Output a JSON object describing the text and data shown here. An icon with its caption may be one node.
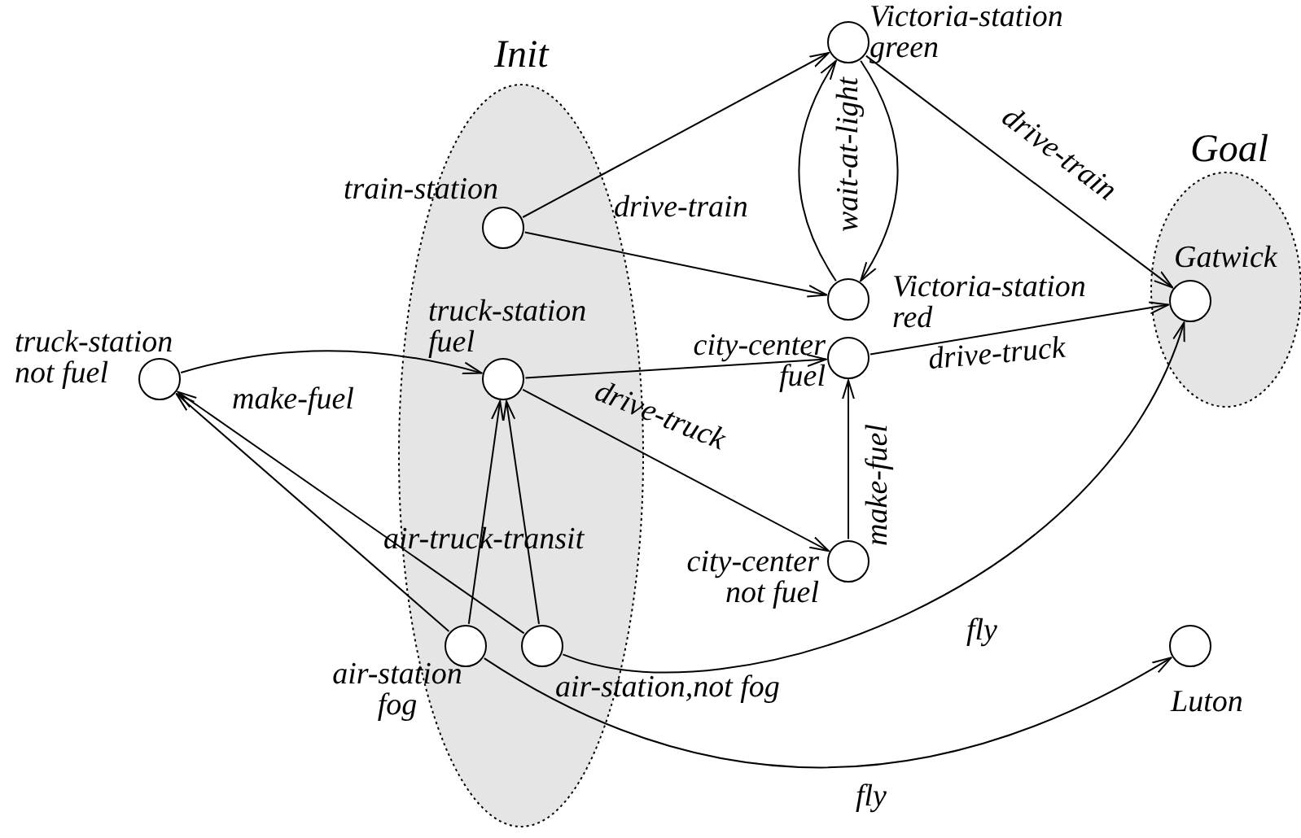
{
  "diagram": {
    "nodes": [
      {
        "text": [
          "Init"
        ]
      },
      {
        "text": [
          "train-station"
        ],
        "in": 0
      },
      {
        "text": [
          "truck-station fuel"
        ],
        "in": 0
      },
      {
        "text": [
          "air-station fog"
        ],
        "in": 0
      },
      {
        "text": [
          "air-station,not fog"
        ],
        "in": 0
      },
      {
        "text": [
          "truck-station not fuel"
        ]
      },
      {
        "text": [
          "Victoria-station green"
        ]
      },
      {
        "text": [
          "Victoria-station red"
        ]
      },
      {
        "text": [
          "city-center fuel"
        ]
      },
      {
        "text": [
          "city-center not fuel"
        ]
      },
      {
        "text": [
          "Goal"
        ]
      },
      {
        "text": [
          "Gatwick"
        ],
        "in": 10
      },
      {
        "text": [
          "Luton"
        ]
      }
    ],
    "edges": [
      {
        "from": 5,
        "to": 2,
        "arrow": "to",
        "label": "make-fuel"
      },
      {
        "from": 1,
        "to": 6,
        "arrow": "to",
        "label": "drive-train"
      },
      {
        "from": 1,
        "to": 7,
        "arrow": "to"
      },
      {
        "from": 6,
        "to": 7,
        "arrow": "to"
      },
      {
        "from": 7,
        "to": 6,
        "arrow": "to",
        "label": "wait-at-light"
      },
      {
        "from": 6,
        "to": 11,
        "arrow": "to",
        "label": "drive-train"
      },
      {
        "from": 2,
        "to": 8,
        "arrow": "to"
      },
      {
        "from": 2,
        "to": 9,
        "arrow": "to",
        "label": "drive-truck"
      },
      {
        "from": 8,
        "to": 11,
        "arrow": "to",
        "label": "drive-truck"
      },
      {
        "from": 9,
        "to": 8,
        "arrow": "to",
        "label": "make-fuel"
      },
      {
        "from": 3,
        "to": 2,
        "arrow": "to",
        "label": "air-truck-transit"
      },
      {
        "from": 4,
        "to": 2,
        "arrow": "to"
      },
      {
        "from": 3,
        "to": 5,
        "arrow": "to"
      },
      {
        "from": 4,
        "to": 5,
        "arrow": "to"
      },
      {
        "from": 4,
        "to": 11,
        "arrow": "to",
        "label": "fly"
      },
      {
        "from": 3,
        "to": 12,
        "arrow": "to",
        "label": "fly"
      }
    ]
  }
}
